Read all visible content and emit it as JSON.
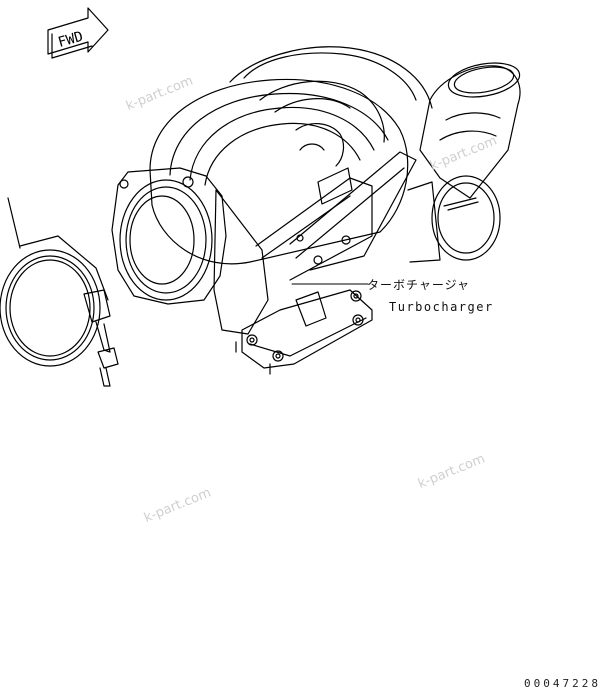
{
  "fwd_label": "FWD",
  "part_label_jp": "ターボチャージャ",
  "part_label_en": "Turbocharger",
  "drawing_code": "00047228",
  "watermark": "k-part.com",
  "colors": {
    "line": "#000000",
    "watermark": "#cfcfcf",
    "background": "#ffffff"
  }
}
